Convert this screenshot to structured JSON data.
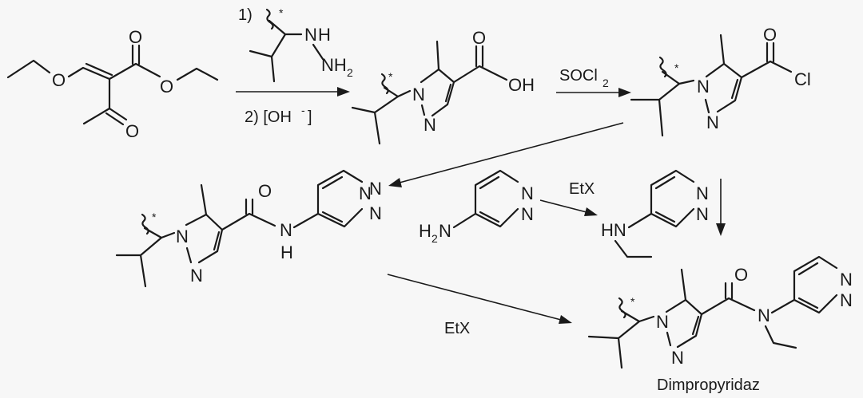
{
  "atoms": {
    "O": "O",
    "N": "N",
    "H": "H",
    "OH": "OH",
    "Cl": "Cl",
    "NH": "NH",
    "HN": "HN",
    "star": "*",
    "two": "2"
  },
  "reagents": {
    "step1_num": "1)",
    "step1_nh2": "NH",
    "step2": "2) [OH",
    "step2_sup": "-",
    "step2_close": "]",
    "socl2_main": "SOCl",
    "socl2_sub": "2",
    "etx_1": "EtX",
    "etx_2": "EtX"
  },
  "product_name": "Dimpropyridaz"
}
